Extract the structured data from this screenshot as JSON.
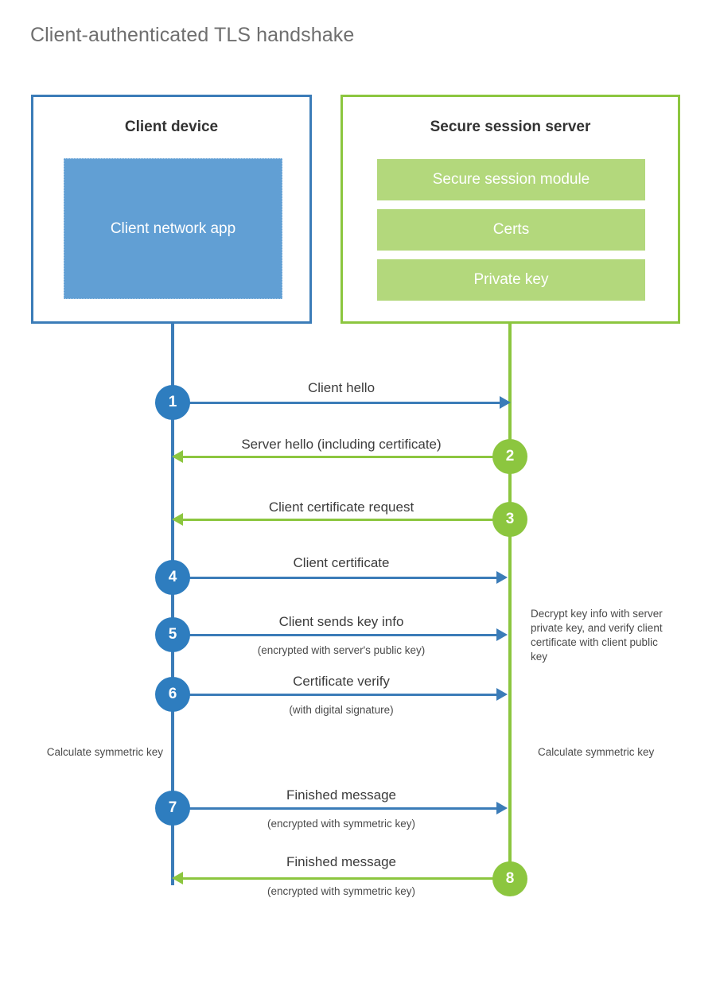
{
  "title": "Client-authenticated TLS handshake",
  "entities": {
    "client": {
      "title": "Client device",
      "app_label": "Client network app",
      "border_color": "#3b7cb8",
      "app_color": "#619fd4"
    },
    "server": {
      "title": "Secure session server",
      "border_color": "#8cc63f",
      "bar_color": "#b3d87c",
      "bars": [
        {
          "label": "Secure session module"
        },
        {
          "label": "Certs"
        },
        {
          "label": "Private key"
        }
      ]
    }
  },
  "colors": {
    "client_blue": "#3b7cb8",
    "step_blue": "#2e7dbf",
    "server_green": "#8cc63f",
    "title_gray": "#6f6f6f",
    "text_dark": "#3c3c3c"
  },
  "steps": [
    {
      "number": "1",
      "label": "Client hello",
      "sublabel": "",
      "direction": "client-to-server",
      "color": "blue"
    },
    {
      "number": "2",
      "label": "Server hello (including certificate)",
      "sublabel": "",
      "direction": "server-to-client",
      "color": "green"
    },
    {
      "number": "3",
      "label": "Client certificate request",
      "sublabel": "",
      "direction": "server-to-client",
      "color": "green"
    },
    {
      "number": "4",
      "label": "Client certificate",
      "sublabel": "",
      "direction": "client-to-server",
      "color": "blue"
    },
    {
      "number": "5",
      "label": "Client sends key info",
      "sublabel": "(encrypted with server's public key)",
      "direction": "client-to-server",
      "color": "blue"
    },
    {
      "number": "6",
      "label": "Certificate verify",
      "sublabel": "(with digital signature)",
      "direction": "client-to-server",
      "color": "blue"
    },
    {
      "number": "7",
      "label": "Finished message",
      "sublabel": "(encrypted with symmetric key)",
      "direction": "client-to-server",
      "color": "blue"
    },
    {
      "number": "8",
      "label": "Finished message",
      "sublabel": "(encrypted with symmetric key)",
      "direction": "server-to-client",
      "color": "green"
    }
  ],
  "notes": {
    "server_decrypt": "Decrypt key info with server private key, and verify client certificate with client public key",
    "client_calculate": "Calculate symmetric key",
    "server_calculate": "Calculate symmetric key"
  },
  "chart_data": {
    "type": "sequence-diagram",
    "title": "Client-authenticated TLS handshake",
    "participants": [
      "Client device",
      "Secure session server"
    ],
    "messages": [
      {
        "step": 1,
        "from": "Client device",
        "to": "Secure session server",
        "text": "Client hello"
      },
      {
        "step": 2,
        "from": "Secure session server",
        "to": "Client device",
        "text": "Server hello (including certificate)"
      },
      {
        "step": 3,
        "from": "Secure session server",
        "to": "Client device",
        "text": "Client certificate request"
      },
      {
        "step": 4,
        "from": "Client device",
        "to": "Secure session server",
        "text": "Client certificate"
      },
      {
        "step": 5,
        "from": "Client device",
        "to": "Secure session server",
        "text": "Client sends key info",
        "note": "(encrypted with server's public key)"
      },
      {
        "step": 6,
        "from": "Client device",
        "to": "Secure session server",
        "text": "Certificate verify",
        "note": "(with digital signature)"
      },
      {
        "step": 7,
        "from": "Client device",
        "to": "Secure session server",
        "text": "Finished message",
        "note": "(encrypted with symmetric key)"
      },
      {
        "step": 8,
        "from": "Secure session server",
        "to": "Client device",
        "text": "Finished message",
        "note": "(encrypted with symmetric key)"
      }
    ]
  }
}
